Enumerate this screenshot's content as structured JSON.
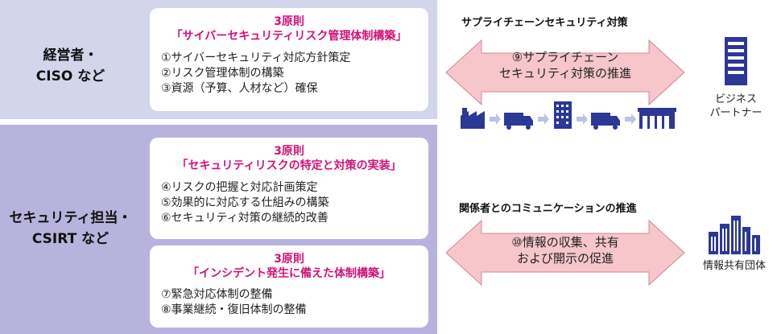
{
  "roles": {
    "management": [
      "経営者・",
      "CISO など"
    ],
    "security": [
      "セキュリティ担当・",
      "CSIRT など"
    ]
  },
  "cards": [
    {
      "principle": "3原則",
      "title": "「サイバーセキュリティリスク管理体制構築」",
      "items": [
        "①サイバーセキュリティ対応方針策定",
        "②リスク管理体制の構築",
        "③資源（予算、人材など）確保"
      ]
    },
    {
      "principle": "3原則",
      "title": "「セキュリティリスクの特定と対策の実装」",
      "items": [
        "④リスクの把握と対応計画策定",
        "⑤効果的に対応する仕組みの構築",
        "⑥セキュリティ対策の継続的改善"
      ]
    },
    {
      "principle": "3原則",
      "title": "「インシデント発生に備えた体制構築」",
      "items": [
        "⑦緊急対応体制の整備",
        "⑧事業継続・復旧体制の整備"
      ]
    }
  ],
  "supply_chain": {
    "title": "サプライチェーンセキュリティ対策",
    "arrow_lines": [
      "⑨サプライチェーン",
      "セキュリティ対策の推進"
    ],
    "partner_label": [
      "ビジネス",
      "パートナー"
    ]
  },
  "communication": {
    "title": "関係者とのコミュニケーションの推進",
    "arrow_lines": [
      "⑩情報の収集、共有",
      "および開示の促進"
    ],
    "partner_label": [
      "情報共有団体"
    ]
  },
  "colors": {
    "band_top": "#d3d6ea",
    "band_bottom": "#b7b3dc",
    "accent_pink": "#d1127a",
    "arrow_fill": "#f6c6cb",
    "arrow_stroke": "#c98a94",
    "icon_blue": "#2b3896",
    "flow_arrow": "#b9c3e8"
  },
  "icons": [
    "factory-icon",
    "truck-icon",
    "office-building-icon",
    "warehouse-icon",
    "building-icon",
    "city-buildings-icon"
  ]
}
